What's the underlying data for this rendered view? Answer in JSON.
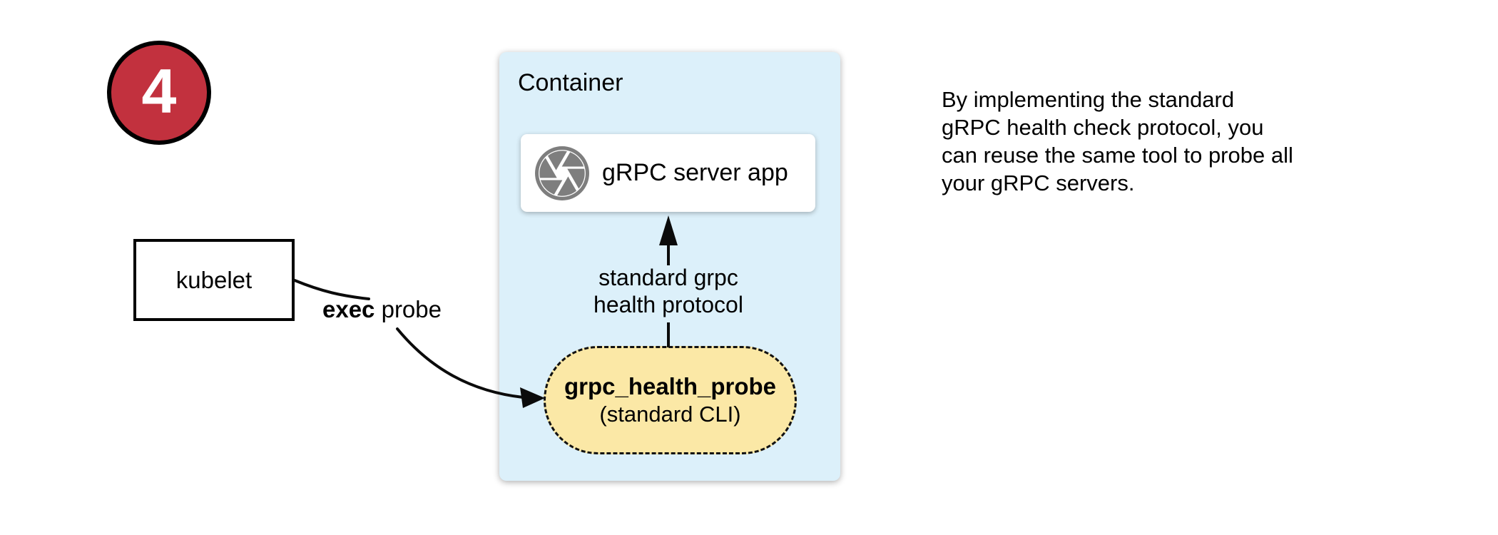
{
  "step_badge": {
    "number": "4",
    "color": "#C2313E"
  },
  "kubelet_box": {
    "label": "kubelet"
  },
  "exec_probe_label": {
    "bold": "exec",
    "rest": " probe"
  },
  "container_box": {
    "title": "Container",
    "fill": "#DCF0FA"
  },
  "grpc_server_box": {
    "label": "gRPC server app",
    "icon": "aperture-icon",
    "icon_color": "#7E7E7E"
  },
  "health_protocol_label": {
    "text": "standard grpc\nhealth protocol"
  },
  "probe_box": {
    "title": "grpc_health_probe",
    "subtitle": "(standard CLI)",
    "fill": "#FBE8A6"
  },
  "note": {
    "text": "By implementing the standard\ngRPC health check protocol, you\ncan reuse the same tool to probe all\nyour gRPC servers."
  }
}
